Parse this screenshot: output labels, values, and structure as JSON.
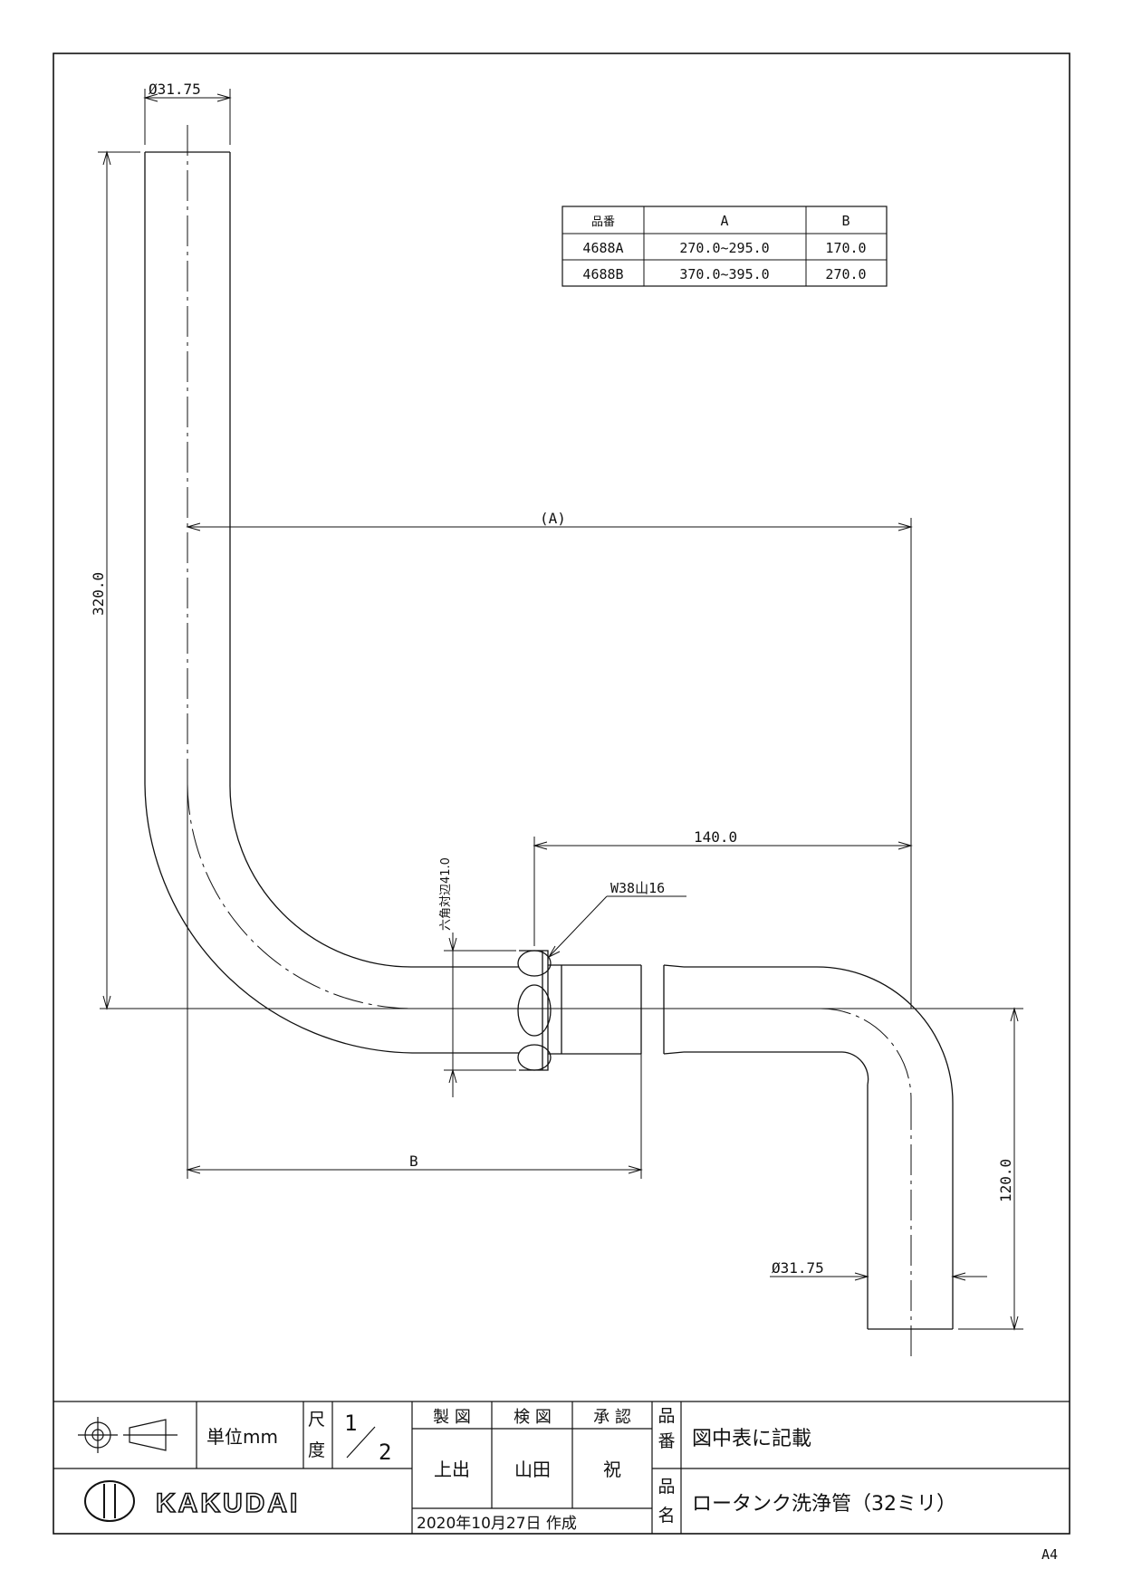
{
  "dimensions": {
    "top_diameter": "Ø31.75",
    "bottom_diameter": "Ø31.75",
    "height_left": "320.0",
    "span_a": "(A)",
    "span_140": "140.0",
    "span_b": "B",
    "height_right": "120.0",
    "hex_width": "六角対辺41.0",
    "thread": "W38山16"
  },
  "spec_table": {
    "headers": [
      "品番",
      "A",
      "B"
    ],
    "rows": [
      [
        "4688A",
        "270.0~295.0",
        "170.0"
      ],
      [
        "4688B",
        "370.0~395.0",
        "270.0"
      ]
    ]
  },
  "title_block": {
    "unit": "単位mm",
    "scale_label_1": "尺",
    "scale_label_2": "度",
    "scale_num": "1",
    "scale_den": "2",
    "drawn_label": "製 図",
    "checked_label": "検 図",
    "approved_label": "承 認",
    "drawn_by": "上出",
    "checked_by": "山田",
    "approved_by": "祝",
    "date": "2020年10月27日 作成",
    "part_no_label_1": "品",
    "part_no_label_2": "番",
    "part_no_value": "図中表に記載",
    "part_name_label_1": "品",
    "part_name_label_2": "名",
    "part_name_value": "ロータンク洗浄管（32ミリ）",
    "company": "KAKUDAI"
  },
  "paper_size": "A4"
}
